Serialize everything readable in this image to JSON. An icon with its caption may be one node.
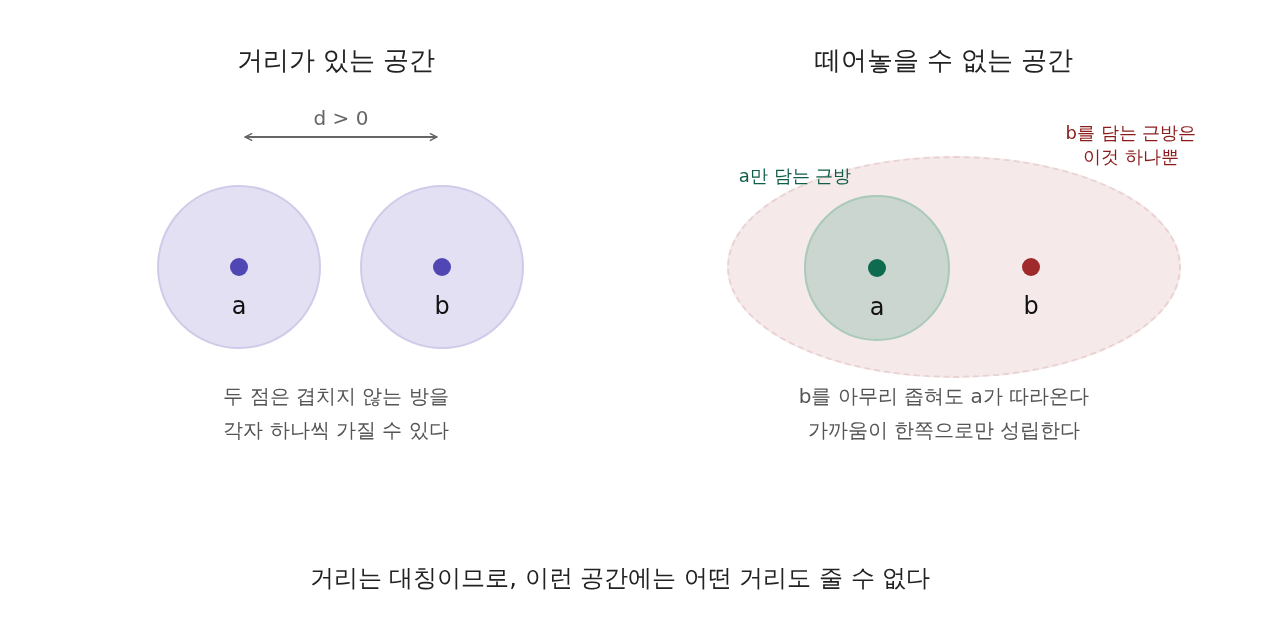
{
  "diagram": {
    "caption": "거리는 대칭이므로, 이런 공간에는 어떤 거리도 줄 수 없다",
    "nodes": [
      {
        "text": [
          "a"
        ]
      },
      {
        "text": [
          "b"
        ]
      },
      {
        "text": [
          "b"
        ],
        "beside": [
          "b를 담는 근방은 이것 하나뿐"
        ]
      },
      {
        "text": [
          "a"
        ],
        "beside": [
          "a만 담는 근방"
        ],
        "in": 2
      }
    ],
    "labels": [
      "거리가 있는 공간",
      "떼어놓을 수 없는 공간",
      "d > 0",
      "두 점은 겹치지 않는 방을 각자 하나씩 가질 수 있다",
      "b를 아무리 좁혀도 a가 따라온다 가까움이 한쪽으로만 성립한다"
    ]
  }
}
